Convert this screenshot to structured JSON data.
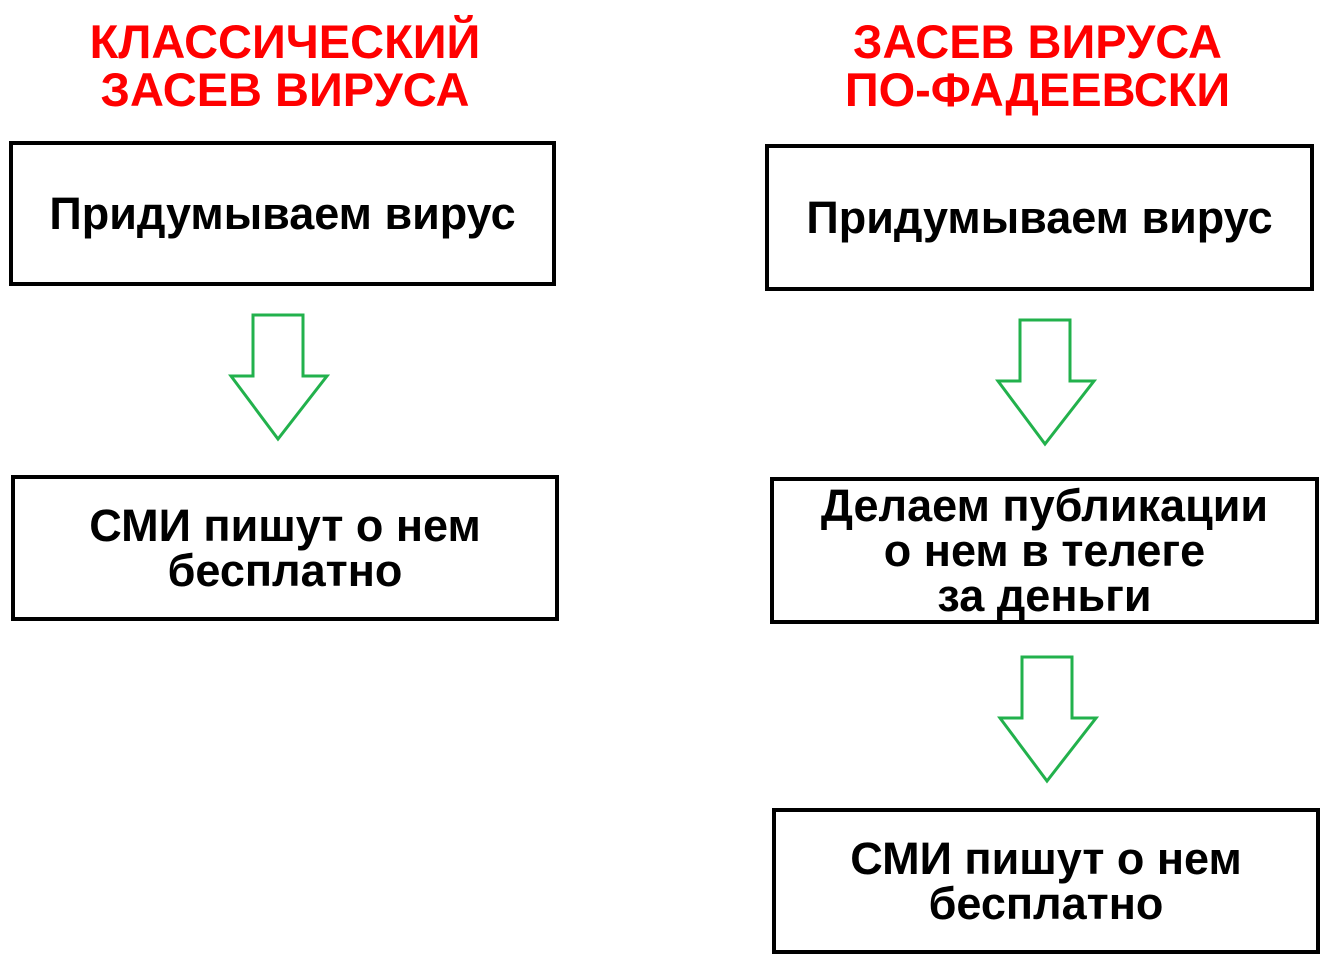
{
  "colors": {
    "title": "#ff0000",
    "box_border": "#000000",
    "arrow": "#22b14c"
  },
  "left": {
    "title": [
      "КЛАССИЧЕСКИЙ",
      "ЗАСЕВ ВИРУСА"
    ],
    "steps": [
      {
        "lines": [
          "Придумываем вирус"
        ]
      },
      {
        "lines": [
          "СМИ пишут о нем",
          "бесплатно"
        ]
      }
    ]
  },
  "right": {
    "title": [
      "ЗАСЕВ ВИРУСА",
      "ПО-ФАДЕЕВСКИ"
    ],
    "steps": [
      {
        "lines": [
          "Придумываем вирус"
        ]
      },
      {
        "lines": [
          "Делаем публикации",
          "о нем в телеге",
          "за деньги"
        ]
      },
      {
        "lines": [
          "СМИ пишут о нем",
          "бесплатно"
        ]
      }
    ]
  },
  "connector_icon": "down-arrow-icon"
}
